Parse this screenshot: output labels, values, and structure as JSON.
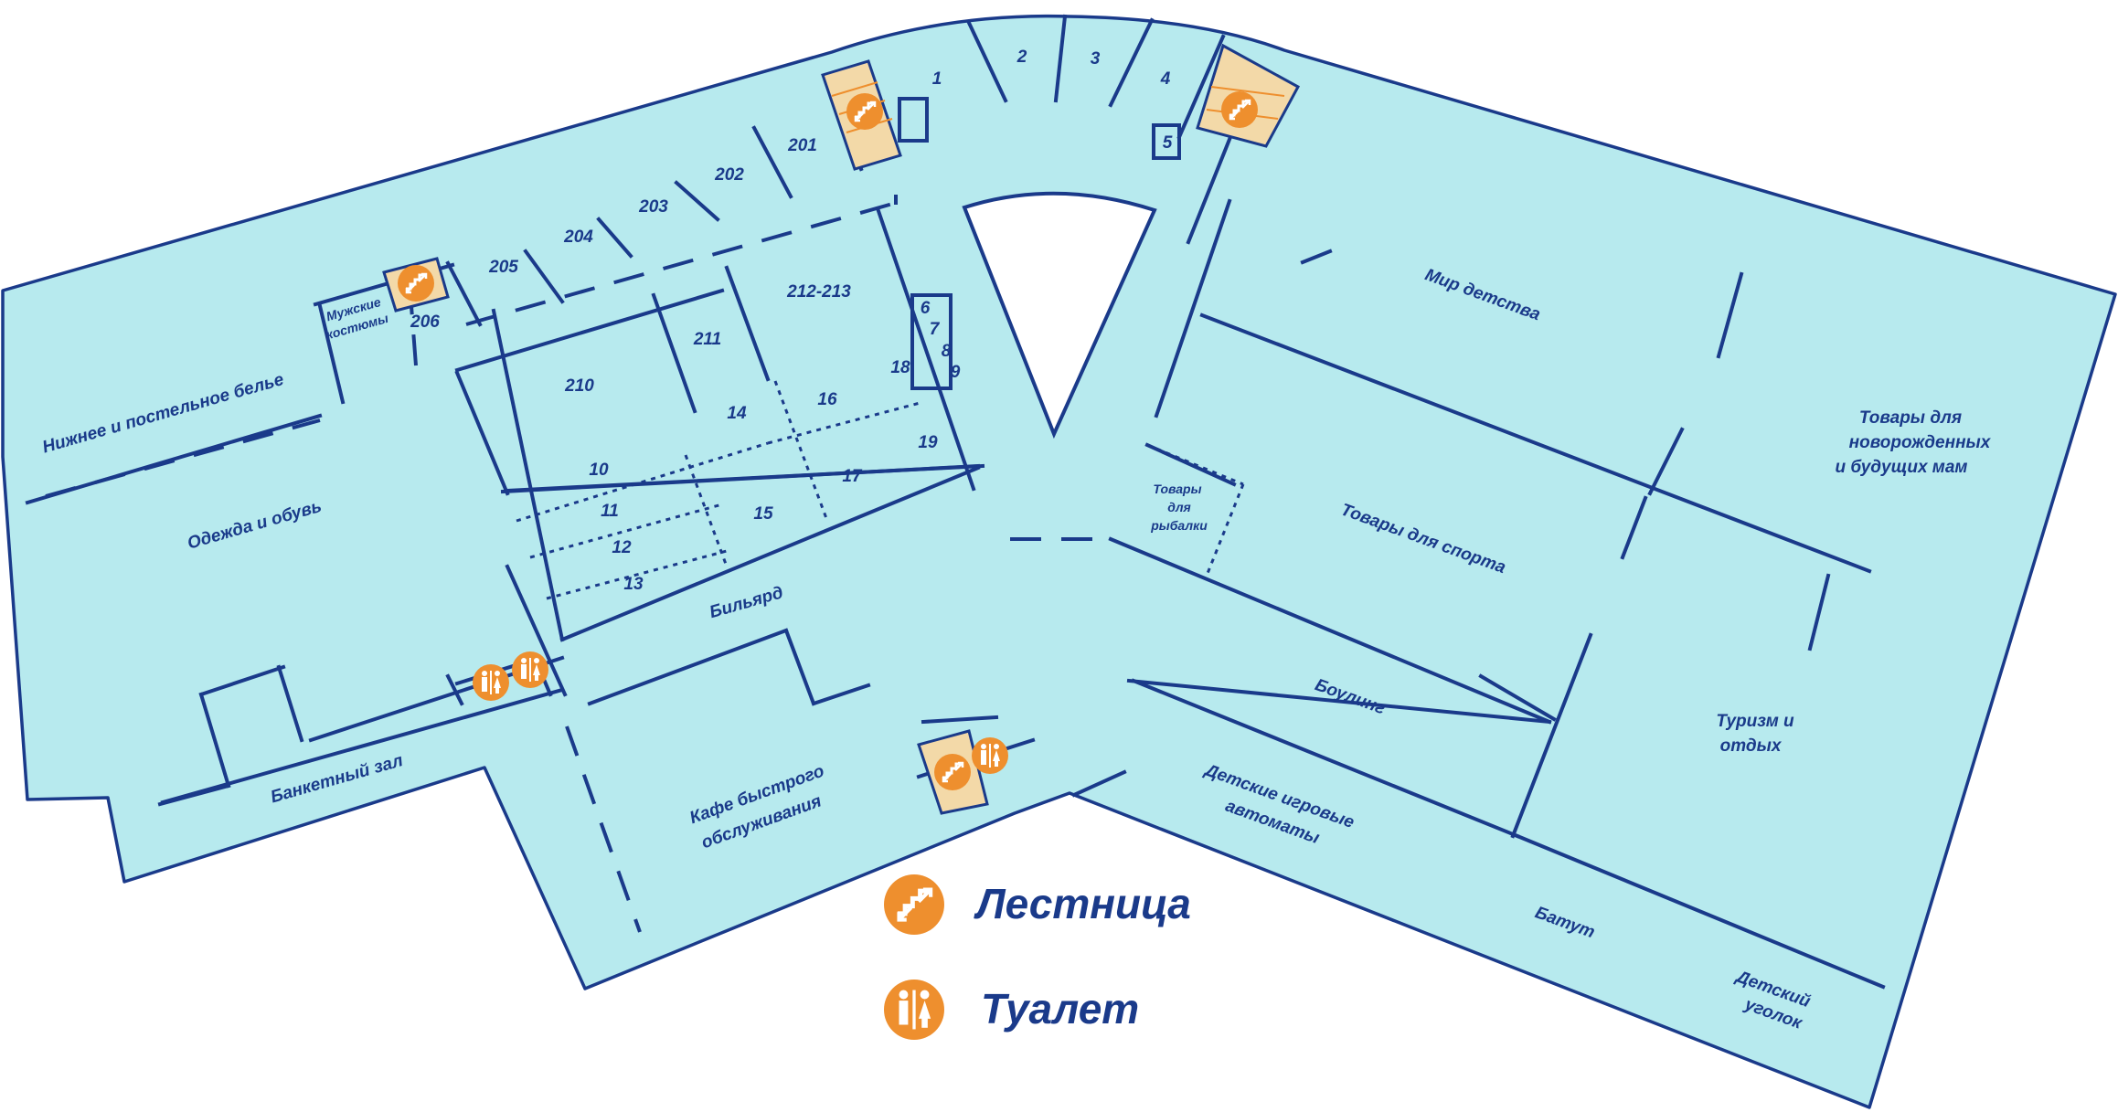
{
  "rooms": {
    "r1": "1",
    "r2": "2",
    "r3": "3",
    "r4": "4",
    "r5": "5",
    "r6": "6",
    "r7": "7",
    "r8": "8",
    "r9": "9",
    "r10": "10",
    "r11": "11",
    "r12": "12",
    "r13": "13",
    "r14": "14",
    "r15": "15",
    "r16": "16",
    "r17": "17",
    "r18": "18",
    "r19": "19",
    "r201": "201",
    "r202": "202",
    "r203": "203",
    "r204": "204",
    "r205": "205",
    "r206": "206",
    "r210": "210",
    "r211": "211",
    "r212": "212-213"
  },
  "stores": {
    "underwear": "Нижнее и постельное белье",
    "mens_suits_1": "Мужские",
    "mens_suits_2": "костюмы",
    "clothes_shoes": "Одежда и обувь",
    "banquet": "Банкетный зал",
    "billiards": "Бильярд",
    "cafe_1": "Кафе быстрого",
    "cafe_2": "обслуживания",
    "kids_world": "Мир детства",
    "fishing_1": "Товары",
    "fishing_2": "для",
    "fishing_3": "рыбалки",
    "sport": "Товары для спорта",
    "newborn_1": "Товары для",
    "newborn_2": "новорожденных",
    "newborn_3": "и будущих мам",
    "bowling": "Боулинг",
    "tourism_1": "Туризм и",
    "tourism_2": "отдых",
    "arcade_1": "Детские игровые",
    "arcade_2": "автоматы",
    "trampoline": "Батут",
    "kids_corner_1": "Детский",
    "kids_corner_2": "уголок"
  },
  "legend": {
    "stairs": "Лестница",
    "toilet": "Туалет"
  },
  "colors": {
    "floor": "#b7eaee",
    "walls": "#1a3a8a",
    "accent": "#ee8f2e"
  },
  "icons": [
    "stairs-icon",
    "toilet-icon"
  ]
}
